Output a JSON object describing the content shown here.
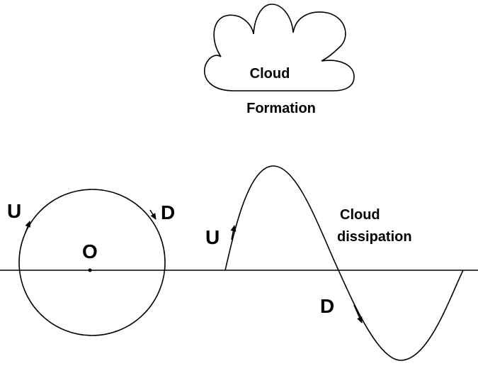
{
  "cloud": {
    "label_line1": "Cloud",
    "label_line2": "Formation"
  },
  "wave": {
    "dissipation_line1": "Cloud",
    "dissipation_line2": "dissipation",
    "up_label": "U",
    "down_label": "D"
  },
  "circle": {
    "up_label": "U",
    "down_label": "D",
    "center_label": "O"
  },
  "colors": {
    "stroke": "#000000",
    "background": "#ffffff"
  }
}
